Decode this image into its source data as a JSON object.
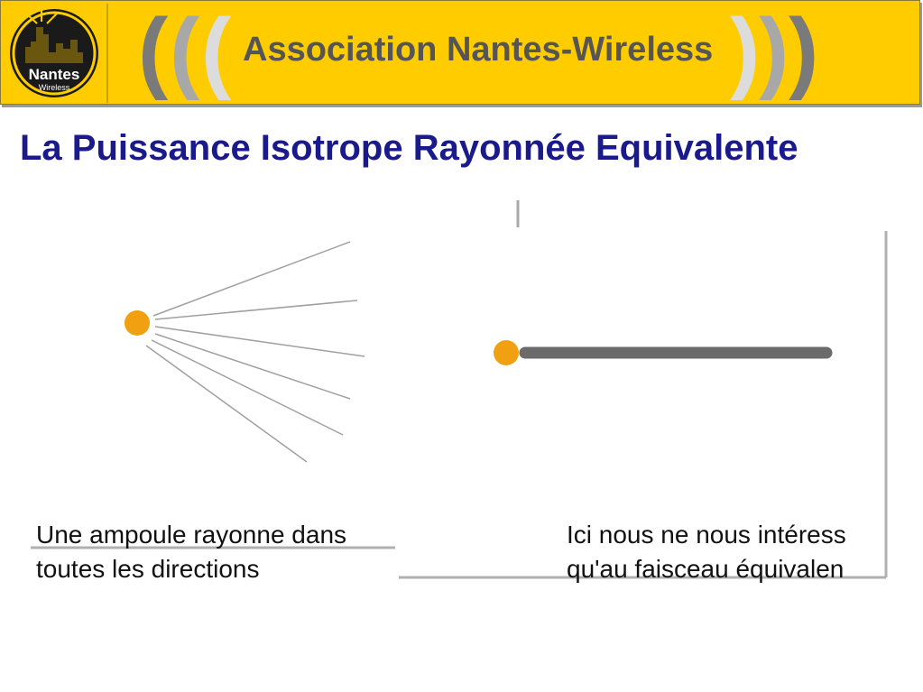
{
  "banner": {
    "title": "Association Nantes-Wireless",
    "logo": {
      "line1": "Nantes",
      "line2": "Wireless"
    },
    "open_parens": [
      "(",
      "(",
      "("
    ],
    "close_parens": [
      ")",
      ")",
      ")"
    ]
  },
  "slide": {
    "title": "La Puissance Isotrope Rayonnée Equivalente"
  },
  "left_panel": {
    "caption_line1": "Une ampoule rayonne dans",
    "caption_line2": "toutes les directions"
  },
  "right_panel": {
    "caption_line1": "Ici nous ne nous intéress",
    "caption_line2": "qu'au faisceau équivalen"
  },
  "colors": {
    "banner": "#ffcc00",
    "title_blue": "#1a1a8c",
    "source_orange": "#f0a010",
    "beam_gray": "#6b6b6b"
  }
}
